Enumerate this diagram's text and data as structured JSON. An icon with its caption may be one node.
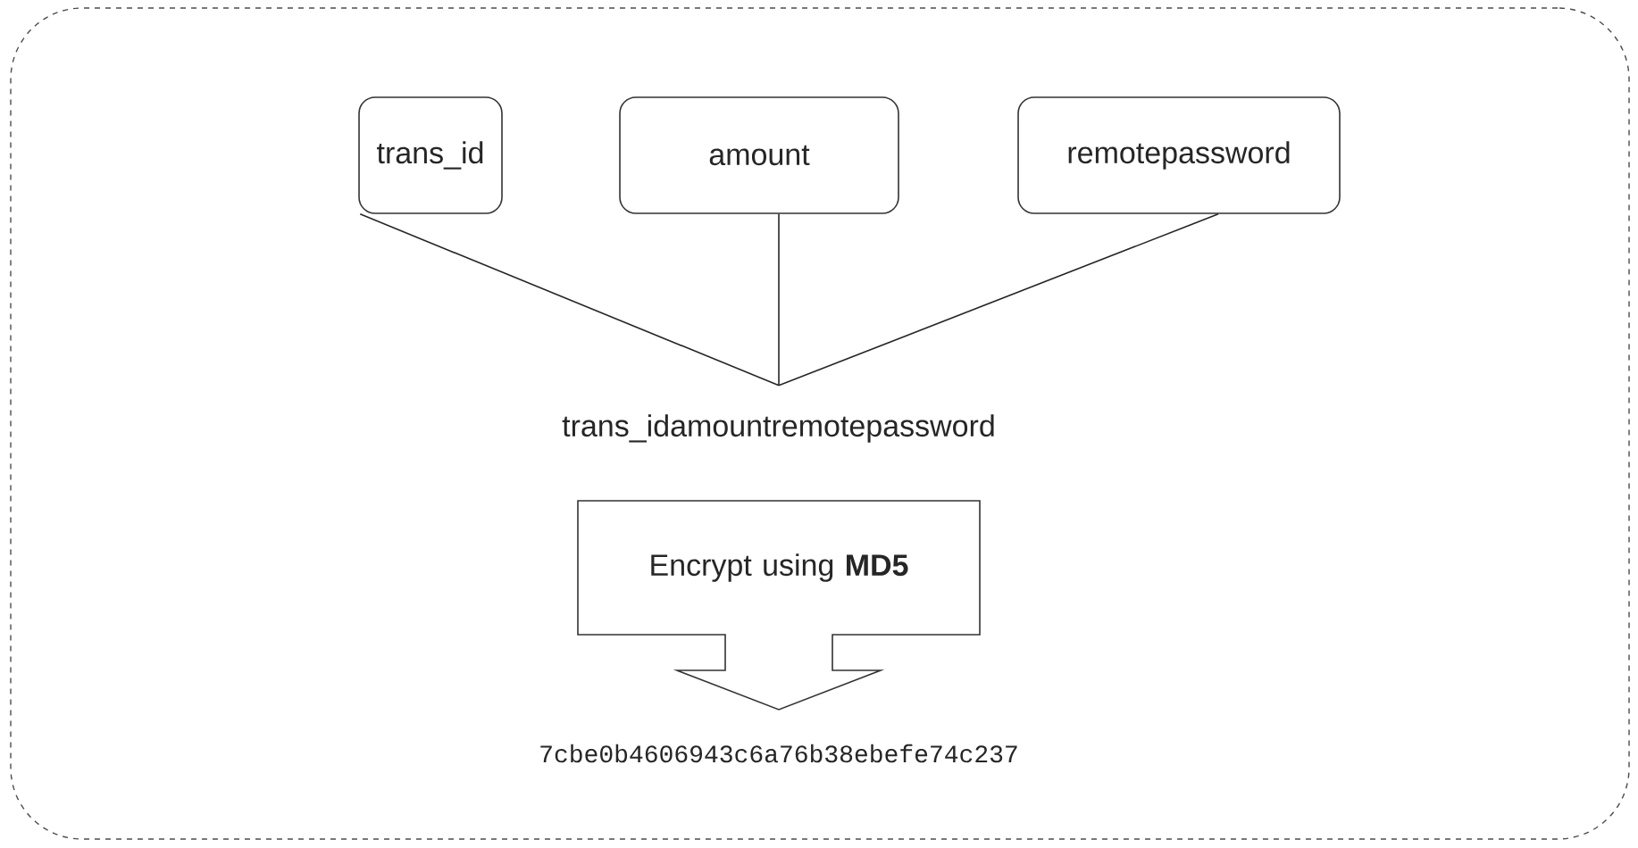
{
  "diagram": {
    "nodes": [
      {
        "text": [],
        "shape": "box"
      },
      {
        "text": [
          "trans_id"
        ],
        "in": 0
      },
      {
        "text": [
          "amount"
        ],
        "in": 0
      },
      {
        "text": [
          "remotepassword"
        ],
        "in": 0
      },
      {
        "text": [
          "trans_idamountremotepassword"
        ],
        "in": 0
      },
      {
        "text": [
          "Encrypt using **MD5**"
        ],
        "in": 0
      },
      {
        "text": [
          "7cbe0b4606943c6a76b38ebefe74c237"
        ],
        "in": 0
      }
    ],
    "edges": [
      {
        "from": 1,
        "to": 4,
        "arrow": "none"
      },
      {
        "from": 2,
        "to": 4,
        "arrow": "none"
      },
      {
        "from": 3,
        "to": 4,
        "arrow": "none"
      }
    ]
  }
}
